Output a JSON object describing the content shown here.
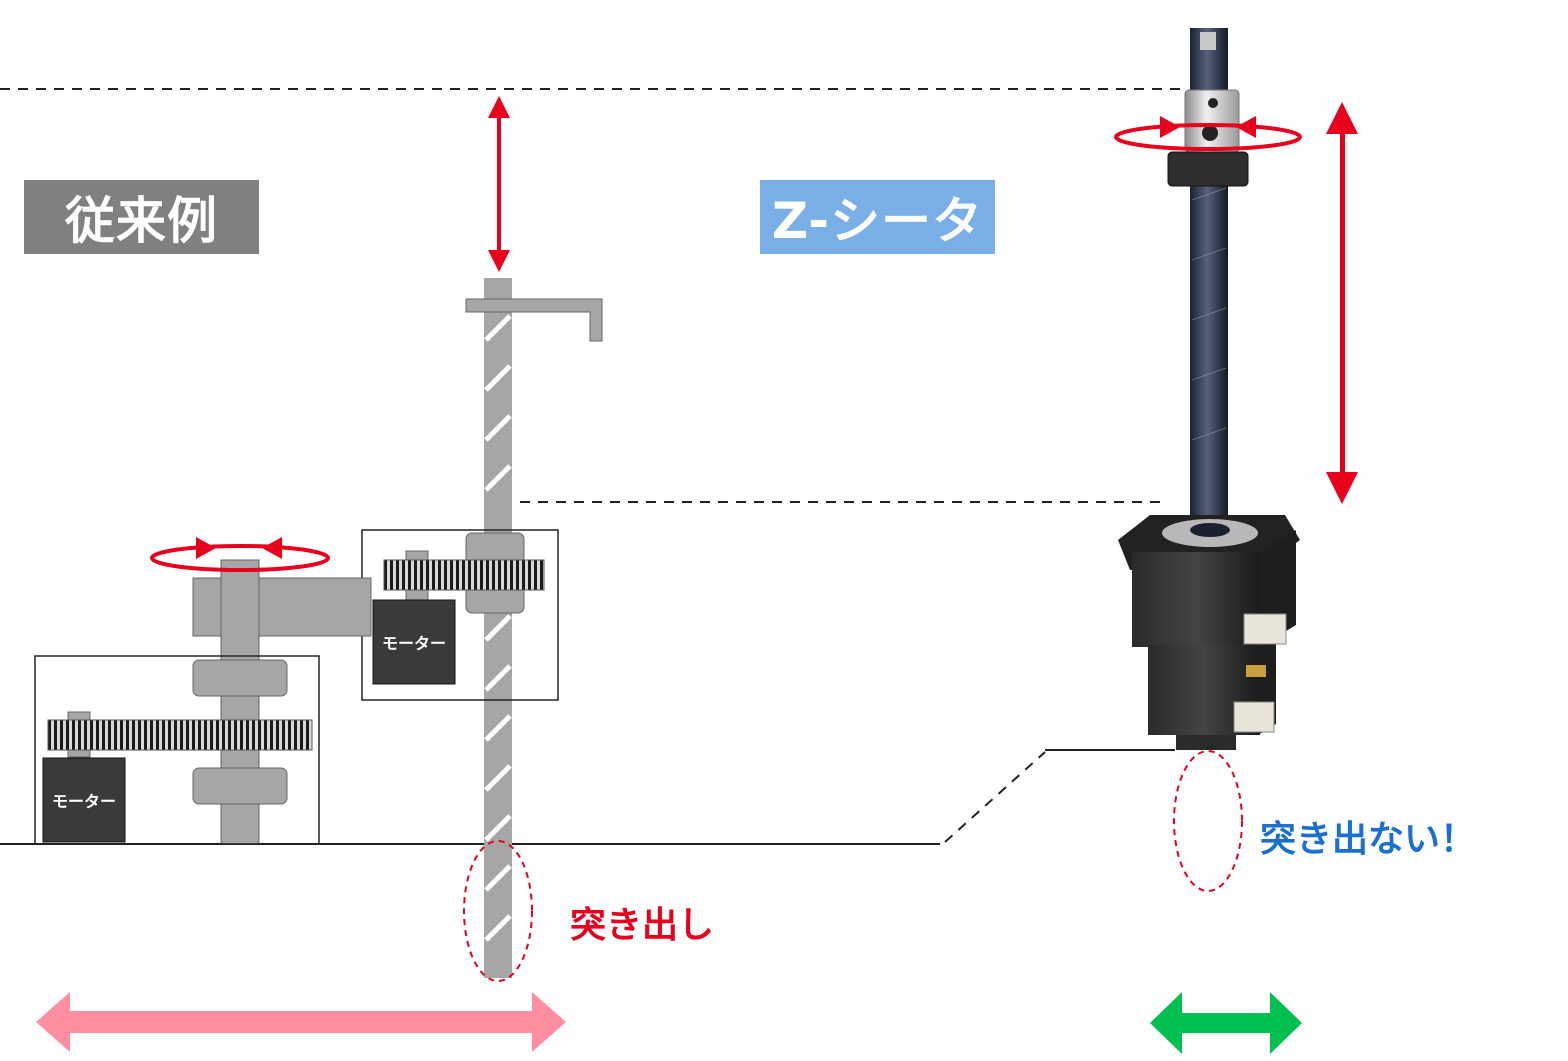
{
  "labels": {
    "conventional": "従来例",
    "ztheta": "Z-シータ",
    "motor_lower": "モーター",
    "motor_upper": "モーター",
    "protrudes": "突き出し",
    "no_protrude": "突き出ない！"
  },
  "colors": {
    "conventional_bg": "#808080",
    "ztheta_bg": "#7aaee6",
    "red_arrow": "#e8001c",
    "pink_arrow": "#ff8fa0",
    "green_arrow": "#00c050",
    "blue_text": "#1a6fd0",
    "red_text": "#e8001c",
    "gray_part": "#a6a6a6",
    "motor_dark": "#3a3a3a"
  },
  "icons": {
    "rotation": "rotation-ellipse-icon",
    "double_arrow": "double-arrow-icon"
  }
}
